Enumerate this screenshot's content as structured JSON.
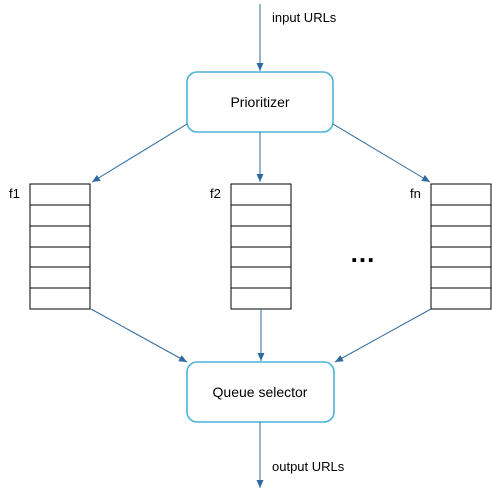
{
  "input_label": "input URLs",
  "output_label": "output URLs",
  "prioritizer": {
    "label": "Prioritizer"
  },
  "selector": {
    "label": "Queue selector"
  },
  "queues": [
    {
      "label": "f1"
    },
    {
      "label": "f2"
    },
    {
      "label": "fn"
    }
  ],
  "ellipsis": "...",
  "colors": {
    "box_border": "#4bb3d8",
    "arrow": "#2e6aa0",
    "queue_border": "#000000"
  }
}
